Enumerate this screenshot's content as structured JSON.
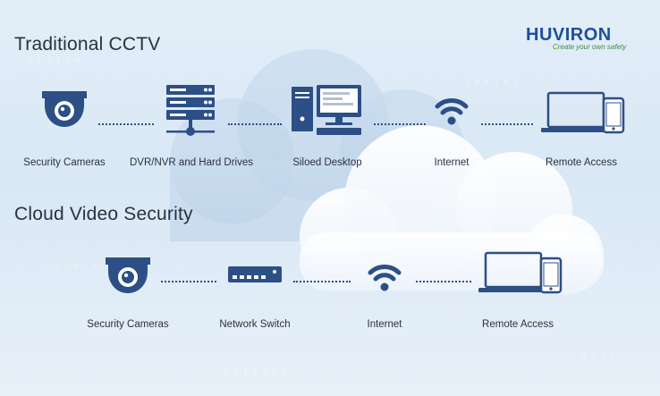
{
  "brand": {
    "name": "HUVIRON",
    "tagline": "Create your own safety"
  },
  "sections": [
    {
      "title": "Traditional CCTV",
      "nodes": [
        {
          "label": "Security Cameras",
          "icon": "dome-camera-icon"
        },
        {
          "label": "DVR/NVR and Hard Drives",
          "icon": "server-icon"
        },
        {
          "label": "Siloed Desktop",
          "icon": "desktop-computer-icon"
        },
        {
          "label": "Internet",
          "icon": "wifi-icon"
        },
        {
          "label": "Remote Access",
          "icon": "laptop-phone-icon"
        }
      ]
    },
    {
      "title": "Cloud Video Security",
      "nodes": [
        {
          "label": "Security Cameras",
          "icon": "dome-camera-icon"
        },
        {
          "label": "Network Switch",
          "icon": "network-switch-icon"
        },
        {
          "label": "Internet",
          "icon": "wifi-icon"
        },
        {
          "label": "Remote Access",
          "icon": "laptop-phone-icon"
        }
      ]
    }
  ],
  "colors": {
    "icon": "#2c4f86",
    "text": "#2b3140",
    "brand": "#1e4e9d",
    "tagline": "#3f8c3f"
  }
}
